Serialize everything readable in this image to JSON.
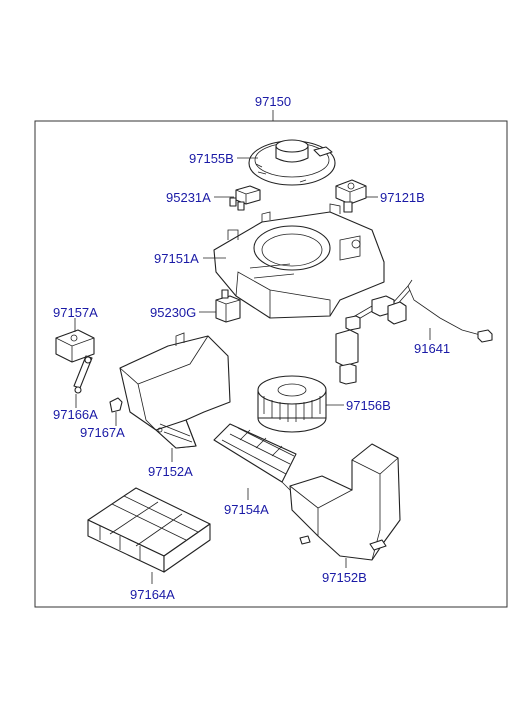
{
  "diagram": {
    "assembly_label": "97150",
    "parts": {
      "motor_assembly": "97155B",
      "resistor": "95231A",
      "actuator": "97121B",
      "upper_case": "97151A",
      "connector": "95230G",
      "mode_actuator": "97157A",
      "wiring_harness": "91641",
      "fan": "97156B",
      "lever": "97166A",
      "clip": "97167A",
      "lower_case_left": "97152A",
      "filter_cover": "97154A",
      "lower_case_right": "97152B",
      "air_filter": "97164A"
    }
  }
}
